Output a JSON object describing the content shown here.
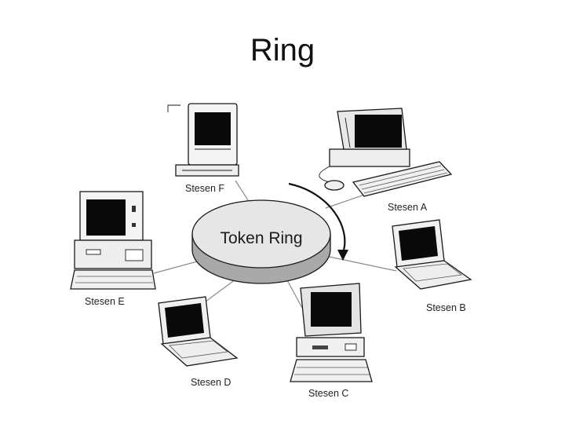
{
  "slide": {
    "title": "Ring"
  },
  "hub": {
    "label": "Token Ring"
  },
  "stations": [
    {
      "id": "A",
      "label": "Stesen A",
      "device": "desktop-with-keyboard-and-mouse"
    },
    {
      "id": "B",
      "label": "Stesen B",
      "device": "laptop"
    },
    {
      "id": "C",
      "label": "Stesen C",
      "device": "desktop-monitor"
    },
    {
      "id": "D",
      "label": "Stesen D",
      "device": "laptop"
    },
    {
      "id": "E",
      "label": "Stesen E",
      "device": "desktop-tower"
    },
    {
      "id": "F",
      "label": "Stesen F",
      "device": "mac-desktop"
    }
  ],
  "colors": {
    "screen": "#0a0a0a",
    "outline": "#1a1a1a",
    "ring_top": "#e6e6e6",
    "ring_side": "#a9a9a9"
  },
  "icons": {
    "token_direction": "curved-arrow-clockwise"
  }
}
